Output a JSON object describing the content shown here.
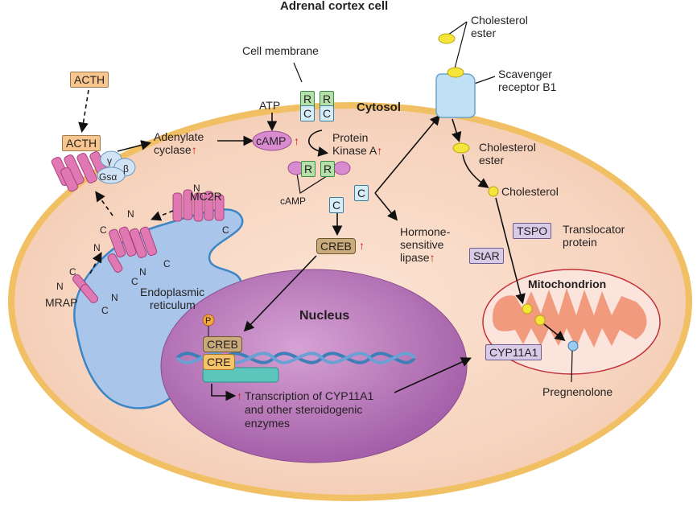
{
  "title": "Adrenal cortex cell",
  "labels": {
    "cell_membrane": "Cell membrane",
    "cytosol": "Cytosol",
    "acth_outside": "ACTH",
    "acth_bound": "ACTH",
    "gamma": "γ",
    "beta": "β",
    "gs_alpha": "Gsα",
    "adenylate_cyclase_1": "Adenylate",
    "adenylate_cyclase_2": "cyclase",
    "atp": "ATP",
    "camp": "cAMP",
    "pka_1": "Protein",
    "pka_2": "Kinase A",
    "r": "R",
    "c": "C",
    "camp_small": "cAMP",
    "mc2r": "MC2R",
    "mrap": "MRAP",
    "er_1": "Endoplasmic",
    "er_2": "reticulum",
    "n": "N",
    "creb": "CREB",
    "hsl_1": "Hormone-",
    "hsl_2": "sensitive",
    "hsl_3": "lipase",
    "cholesterol_ester_out_1": "Cholesterol",
    "cholesterol_ester_out_2": "ester",
    "scavenger_1": "Scavenger",
    "scavenger_2": "receptor B1",
    "cholesterol_ester_in_1": "Cholesterol",
    "cholesterol_ester_in_2": "ester",
    "cholesterol": "Cholesterol",
    "tspo": "TSPO",
    "translocator_1": "Translocator",
    "translocator_2": "protein",
    "star": "StAR",
    "mitochondrion": "Mitochondrion",
    "cyp11a1": "CYP11A1",
    "pregnenolone": "Pregnenolone",
    "nucleus": "Nucleus",
    "p": "P",
    "creb_nuc": "CREB",
    "cre": "CRE",
    "transcription_1": "Transcription of CYP11A1",
    "transcription_2": "and other steroidogenic",
    "transcription_3": "enzymes",
    "up_arrow": "↑"
  },
  "colors": {
    "cytoplasm": "#f8d9c6",
    "membrane": "#e9b04a",
    "er": "#a9c6ea",
    "nucleus": "#b677b8",
    "mito_fill": "#f19a7e",
    "receptor": "#e079b3",
    "camp": "#d98bd0",
    "up_arrow": "#d4151b"
  }
}
